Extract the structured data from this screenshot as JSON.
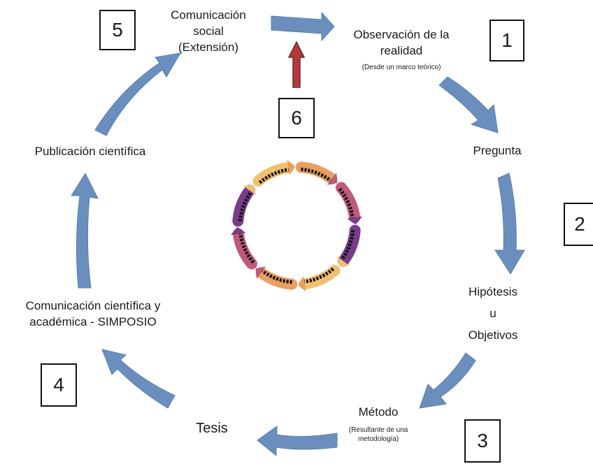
{
  "nodes": {
    "comunicacion_social": {
      "line1": "Comunicación",
      "line2": "social",
      "line3": "(Extensión)"
    },
    "observacion": {
      "line1": "Observación de la",
      "line2": "realidad",
      "note": "(Desde un marco teórico)"
    },
    "pregunta": {
      "label": "Pregunta"
    },
    "hipotesis": {
      "line1": "Hipótesis",
      "line2": "u",
      "line3": "Objetivos"
    },
    "metodo": {
      "label": "Método",
      "note1": "(Resultante de una",
      "note2": "metodología)"
    },
    "tesis": {
      "label": "Tesis"
    },
    "comunicacion_cientifica": {
      "line1": "Comunicación científica y",
      "line2": "académica - SIMPOSIO"
    },
    "publicacion": {
      "label": "Publicación científica"
    }
  },
  "steps": [
    "1",
    "2",
    "3",
    "4",
    "5",
    "6"
  ],
  "colors": {
    "arrow": "#6a8fbf",
    "arrow_edge": "#5a7fb0",
    "red_arrow": "#b43a3a",
    "red_arrow_edge": "#6b2c2c"
  },
  "center_graphic": {
    "icon": "cycle-icon",
    "segments": 8
  }
}
